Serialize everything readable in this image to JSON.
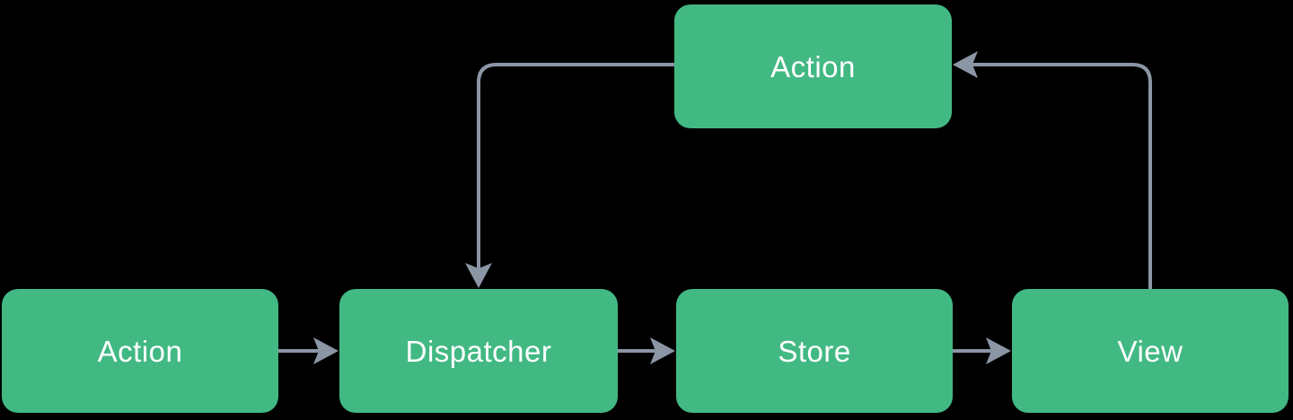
{
  "colors": {
    "background": "#000000",
    "node_fill": "#42b983",
    "node_text": "#ffffff",
    "arrow": "#8b96a5"
  },
  "nodes": {
    "action_top": {
      "label": "Action"
    },
    "action": {
      "label": "Action"
    },
    "dispatcher": {
      "label": "Dispatcher"
    },
    "store": {
      "label": "Store"
    },
    "view": {
      "label": "View"
    }
  },
  "edges": [
    {
      "from": "action_top",
      "to": "dispatcher",
      "style": "elbow-down"
    },
    {
      "from": "view",
      "to": "action_top",
      "style": "elbow-up"
    },
    {
      "from": "action",
      "to": "dispatcher",
      "style": "straight"
    },
    {
      "from": "dispatcher",
      "to": "store",
      "style": "straight"
    },
    {
      "from": "store",
      "to": "view",
      "style": "straight"
    }
  ]
}
